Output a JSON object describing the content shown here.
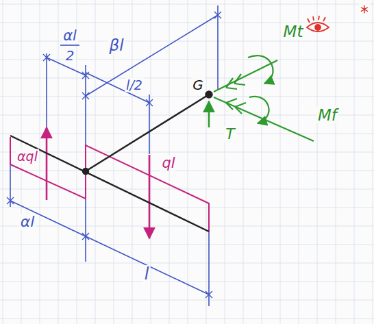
{
  "diagram": {
    "labels": [
      "αl",
      "2",
      "βl",
      "l/2",
      "G",
      "Mt",
      "*",
      "Mf",
      "T",
      "αql",
      "ql",
      "αl",
      "l"
    ]
  }
}
